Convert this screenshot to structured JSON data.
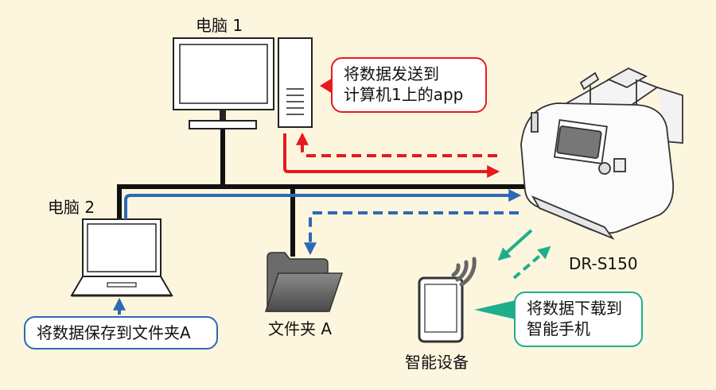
{
  "nodes": {
    "pc1": {
      "label": "电脑 1"
    },
    "pc2": {
      "label": "电脑 2"
    },
    "folder": {
      "label": "文件夹 A"
    },
    "smart_device": {
      "label": "智能设备"
    },
    "scanner": {
      "label": "DR-S150"
    }
  },
  "callouts": {
    "pc1": {
      "lines": [
        "将数据发送到",
        "计算机1上的app"
      ]
    },
    "pc2": {
      "lines": [
        "将数据保存到文件夹A"
      ]
    },
    "phone": {
      "lines": [
        "将数据下载到",
        "智能手机"
      ]
    }
  },
  "colors": {
    "background": "#fdf6de",
    "red_flow": "#e8191f",
    "blue_flow": "#2e68b5",
    "green_flow": "#1fae8c",
    "network_line": "#111111"
  }
}
